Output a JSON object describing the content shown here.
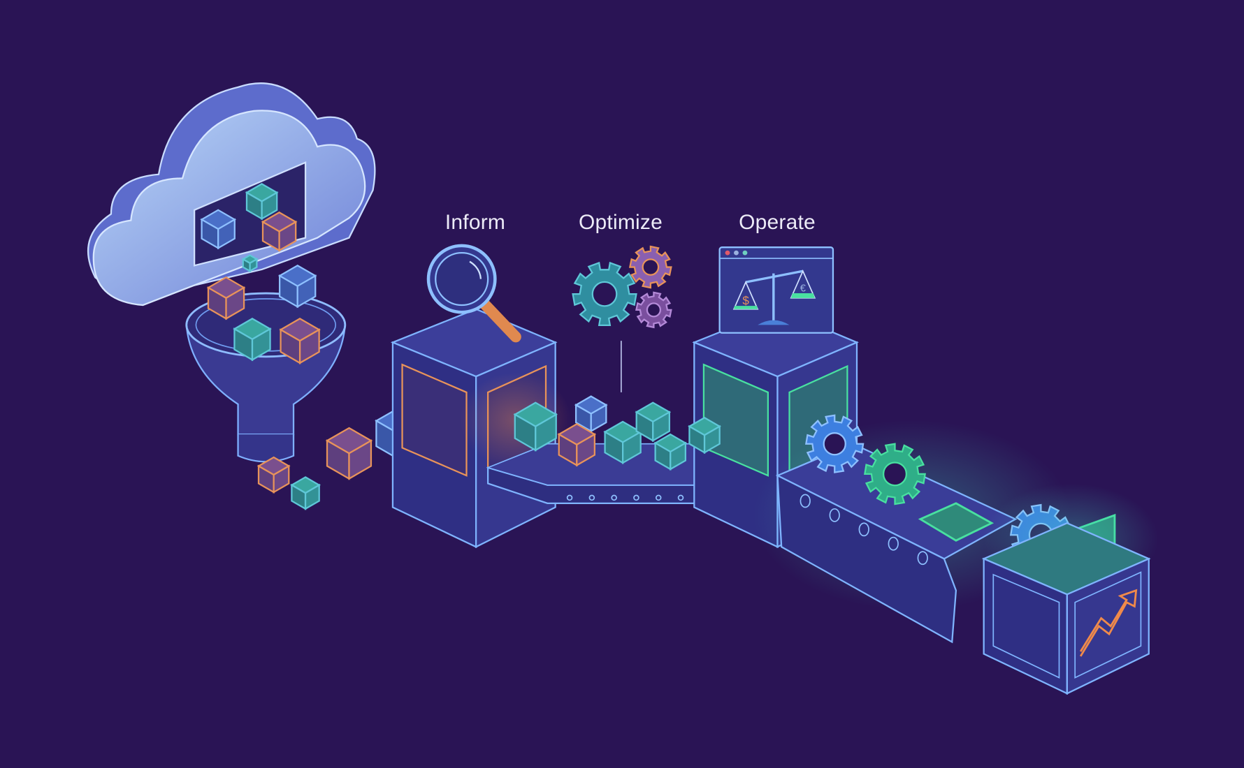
{
  "stages": [
    {
      "label": "Inform",
      "icon": "magnifier-icon"
    },
    {
      "label": "Optimize",
      "icon": "gears-icon"
    },
    {
      "label": "Operate",
      "icon": "balance-scale-window-icon"
    }
  ],
  "scale_symbols": {
    "left": "$",
    "right": "€"
  },
  "colors": {
    "background": "#2a1455",
    "outline": "#6fa8ff",
    "orange": "#e8935a",
    "teal": "#3aa7a0",
    "green": "#49e0a0",
    "purple": "#8a5fb0",
    "cloud": "#9cc0f2"
  }
}
